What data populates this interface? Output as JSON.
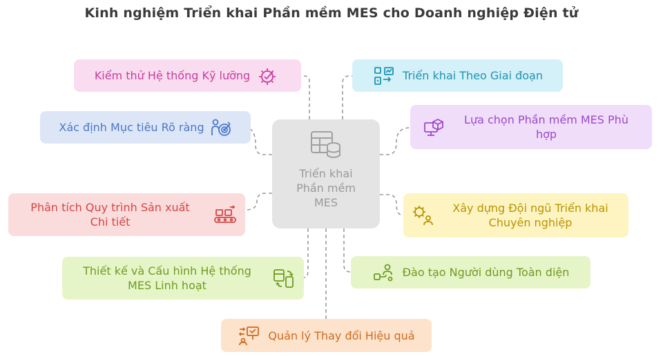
{
  "title": "Kinh nghiệm Triển khai Phần mềm MES cho Doanh nghiệp Điện tử",
  "center": {
    "line1": "Triển khai",
    "line2": "Phần mềm",
    "line3": "MES",
    "icon": "database-table-icon"
  },
  "nodes": {
    "kiem_thu": {
      "label": "Kiểm thử Hệ thống Kỹ lưỡng",
      "icon": "gear-check-icon",
      "color": "#c83c9e",
      "bg": "#fadcf0"
    },
    "muc_tieu": {
      "label": "Xác định Mục tiêu Rõ ràng",
      "icon": "target-person-icon",
      "color": "#4a78c8",
      "bg": "#dde6f7"
    },
    "quy_trinh": {
      "line1": "Phân tích Quy trình Sản xuất",
      "line2": "Chi tiết",
      "icon": "conveyor-icon",
      "color": "#d64545",
      "bg": "#fbdcdc"
    },
    "thiet_ke": {
      "line1": "Thiết kế và Cấu hình Hệ thống",
      "line2": "MES Linh hoạt",
      "icon": "device-sync-icon",
      "color": "#6f9a22",
      "bg": "#e6f5c8"
    },
    "quan_ly": {
      "label": "Quản lý Thay đổi Hiệu quả",
      "icon": "presentation-arrows-icon",
      "color": "#cf6a1e",
      "bg": "#fde3cc"
    },
    "trien_khai": {
      "label": "Triển khai Theo Giai đoạn",
      "icon": "stages-icon",
      "color": "#1e94b0",
      "bg": "#d4f0f8"
    },
    "lua_chon": {
      "line1": "Lựa chọn Phần mềm MES Phù",
      "line2": "hợp",
      "icon": "monitor-box-icon",
      "color": "#9b49c9",
      "bg": "#f0ddfa"
    },
    "doi_ngu": {
      "line1": "Xây dựng Đội ngũ Triển khai",
      "line2": "Chuyên nghiệp",
      "icon": "team-gear-icon",
      "color": "#b89400",
      "bg": "#fdf4c2"
    },
    "dao_tao": {
      "label": "Đào tạo Người dùng Toàn diện",
      "icon": "people-connect-icon",
      "color": "#6f9a22",
      "bg": "#e6f5c8"
    }
  }
}
